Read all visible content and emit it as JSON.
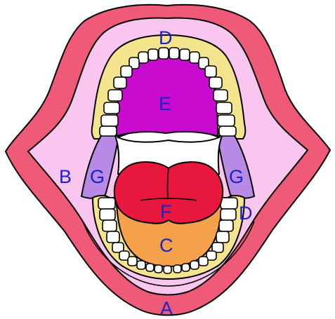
{
  "labels": {
    "lips": "A",
    "cheek": "B",
    "floor": "C",
    "gum_upper": "D",
    "gum_lower": "D",
    "palate": "E",
    "tongue": "F",
    "tonsil_left": "G",
    "tonsil_right": "G"
  },
  "colors": {
    "lips": "#ef5a78",
    "inner_mouth": "#f8c6ee",
    "gums": "#f4e48e",
    "hard_palate": "#c90bd0",
    "tonsils": "#b88ae6",
    "tongue": "#e8173d",
    "mouth_floor": "#f5a14a",
    "label_text": "#1a22c8"
  }
}
